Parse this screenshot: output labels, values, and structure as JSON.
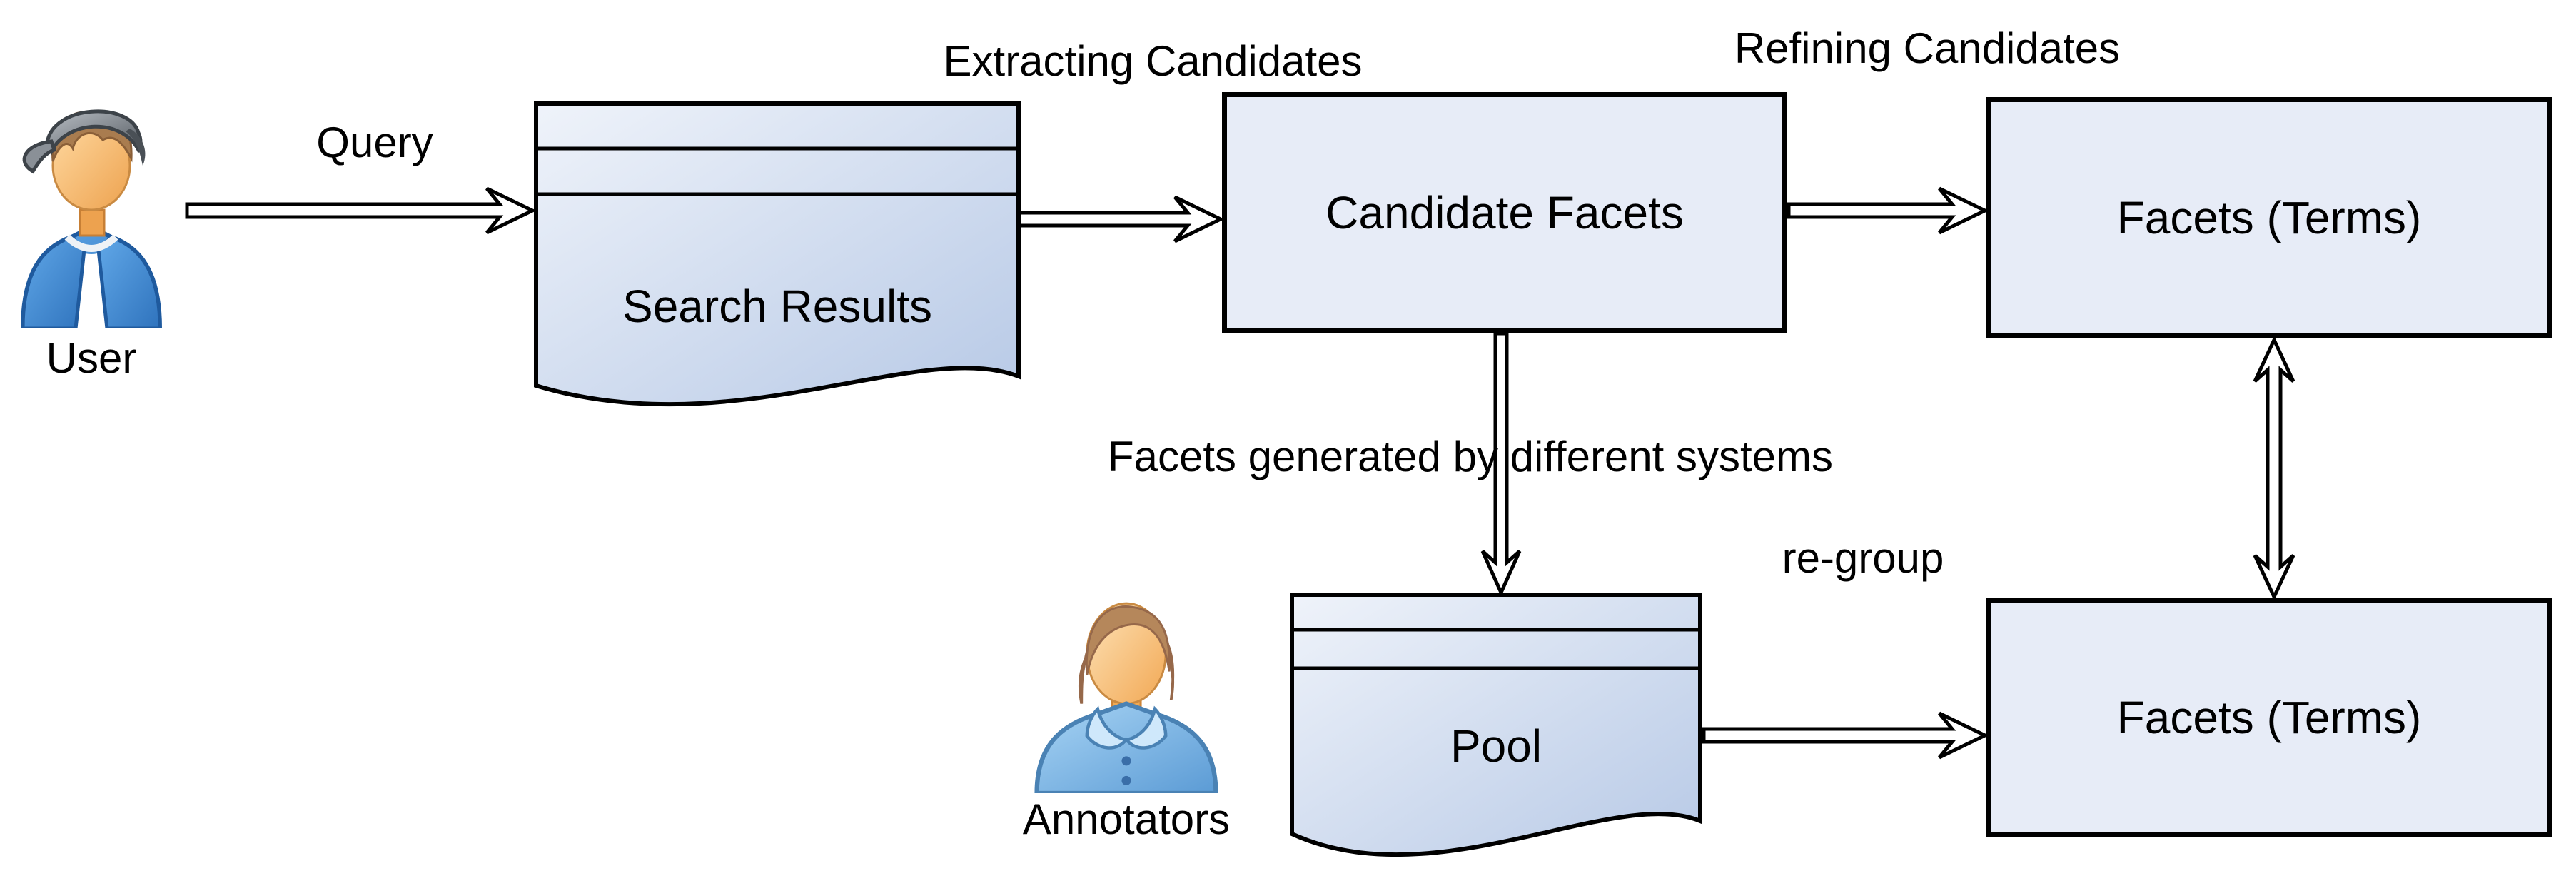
{
  "diagram": {
    "nodes": {
      "user": {
        "label": "User",
        "icon": "user-avatar-icon"
      },
      "search_results": {
        "label": "Search Results",
        "shape": "document"
      },
      "candidate_facets": {
        "label": "Candidate Facets",
        "shape": "rectangle"
      },
      "facets_terms_top": {
        "label": "Facets (Terms)",
        "shape": "rectangle"
      },
      "pool": {
        "label": "Pool",
        "shape": "document"
      },
      "facets_terms_bottom": {
        "label": "Facets (Terms)",
        "shape": "rectangle"
      },
      "annotators": {
        "label": "Annotators",
        "icon": "annotator-avatar-icon"
      }
    },
    "edges": [
      {
        "from": "user",
        "to": "search_results",
        "label": "Query"
      },
      {
        "from": "search_results",
        "to": "candidate_facets",
        "label": "Extracting Candidates"
      },
      {
        "from": "candidate_facets",
        "to": "facets_terms_top",
        "label": "Refining Candidates"
      },
      {
        "from": "candidate_facets",
        "to": "pool",
        "label": "Facets generated by different systems"
      },
      {
        "from": "pool",
        "to": "facets_terms_bottom",
        "label": "re-group"
      },
      {
        "from": "facets_terms_top",
        "to": "facets_terms_bottom",
        "label": "",
        "style": "double-headed"
      }
    ],
    "colors": {
      "box_fill": "#e7ecf7",
      "document_gradient_start": "#eff3fa",
      "document_gradient_end": "#b7c9e6",
      "outline": "#000000",
      "arrow_fill": "#ffffff",
      "text": "#000000",
      "background": "#ffffff"
    }
  }
}
